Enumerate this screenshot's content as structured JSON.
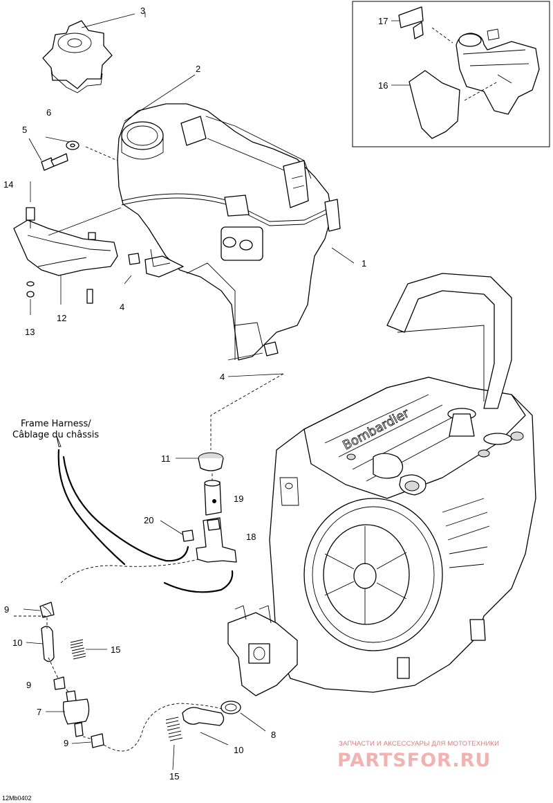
{
  "diagram": {
    "drawing_code": "12Mb0402",
    "harness_label_en": "Frame Harness/",
    "harness_label_fr": "Câblage du châssis",
    "callouts": {
      "c1": "1",
      "c2": "2",
      "c3": "3",
      "c4a": "4",
      "c4b": "4",
      "c5": "5",
      "c6": "6",
      "c7": "7",
      "c8": "8",
      "c9a": "9",
      "c9b": "9",
      "c9c": "9",
      "c10a": "10",
      "c10b": "10",
      "c11": "11",
      "c12": "12",
      "c13": "13",
      "c14": "14",
      "c15a": "15",
      "c15b": "15",
      "c16": "16",
      "c17": "17",
      "c18": "18",
      "c19": "19",
      "c20": "20"
    }
  },
  "watermark": {
    "tagline": "ЗАПЧАСТИ И АКСЕССУАРЫ ДЛЯ МОТОТЕХНИКИ",
    "brand": "PARTSFOR.RU",
    "color": "#e07b7b"
  }
}
